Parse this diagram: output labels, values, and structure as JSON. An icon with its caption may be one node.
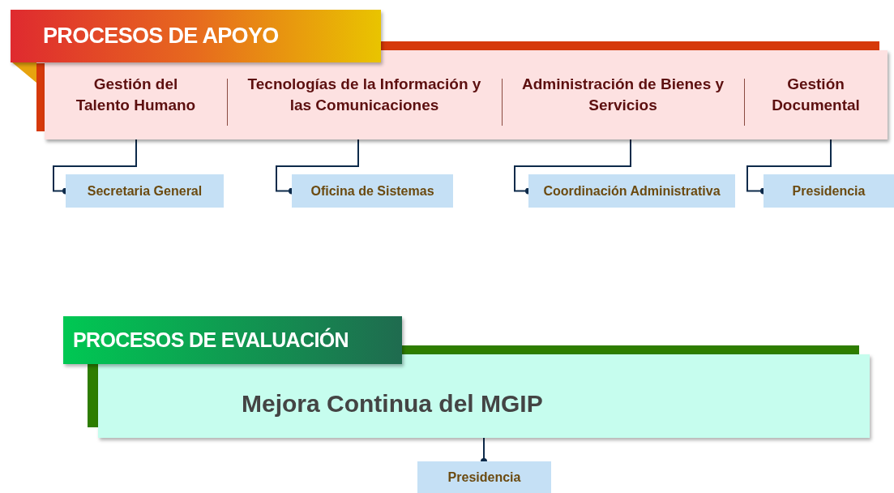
{
  "diagram": {
    "nodes": [
      {
        "text": [
          "PROCESOS DE APOYO"
        ]
      },
      {
        "text": [
          "Gestión del Talento Humano"
        ],
        "in": 0
      },
      {
        "text": [
          "Tecnologías de la Información y las Comunicaciones"
        ],
        "in": 0
      },
      {
        "text": [
          "Administración de Bienes y Servicios"
        ],
        "in": 0
      },
      {
        "text": [
          "Gestión Documental"
        ],
        "in": 0
      },
      {
        "text": [
          "Secretaria General"
        ]
      },
      {
        "text": [
          "Oficina de Sistemas"
        ]
      },
      {
        "text": [
          "Coordinación Administrativa"
        ]
      },
      {
        "text": [
          "Presidencia"
        ]
      },
      {
        "text": [
          "PROCESOS DE EVALUACIÓN",
          "Mejora Continua del MGIP"
        ]
      },
      {
        "text": [
          "Presidencia"
        ]
      }
    ],
    "edges": [
      {
        "from": 1,
        "to": 5,
        "arrow": "other"
      },
      {
        "from": 2,
        "to": 6,
        "arrow": "other"
      },
      {
        "from": 3,
        "to": 7,
        "arrow": "other"
      },
      {
        "from": 4,
        "to": 8,
        "arrow": "other"
      },
      {
        "from": 9,
        "to": 10,
        "arrow": "other"
      }
    ]
  }
}
